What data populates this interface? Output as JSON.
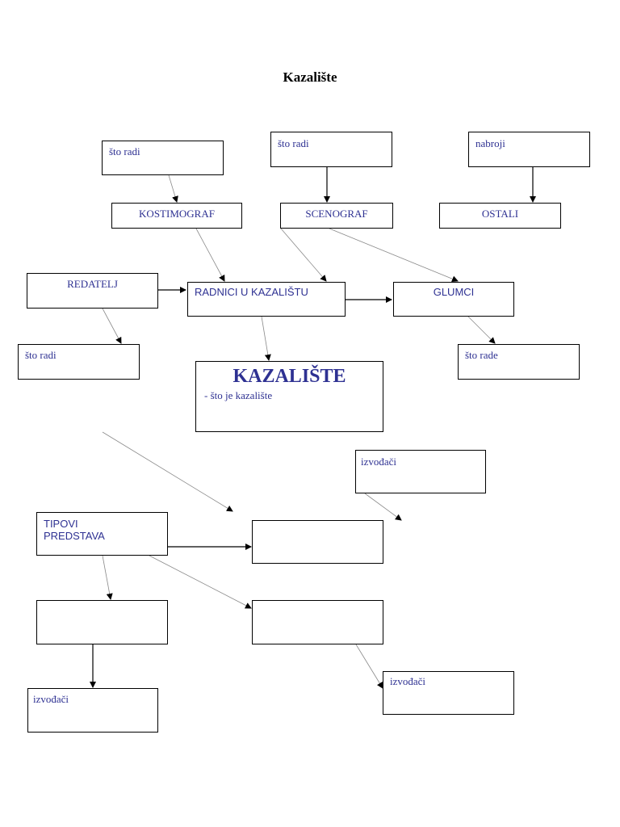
{
  "title": "Kazalište",
  "boxes": {
    "sto_radi_1": "što radi",
    "sto_radi_2": "što radi",
    "nabroji": "nabroji",
    "kostimograf": "KOSTIMOGRAF",
    "scenograf": "SCENOGRAF",
    "ostali": "OSTALI",
    "redatelj": "REDATELJ",
    "radnici": "RADNICI U KAZALIŠTU",
    "glumci": "GLUMCI",
    "sto_radi_3": "što radi",
    "sto_rade": "što rade",
    "kazaliste_title": "KAZALIŠTE",
    "kazaliste_sub": "- što je kazalište",
    "izvodjaci_1": "izvođači",
    "tipovi": "TIPOVI\nPREDSTAVA",
    "izvodjaci_2": "izvođači",
    "izvodjaci_3": "izvođači"
  },
  "colors": {
    "text": "#2e3192",
    "border": "#000000",
    "thin_line": "#8a8a8a"
  }
}
